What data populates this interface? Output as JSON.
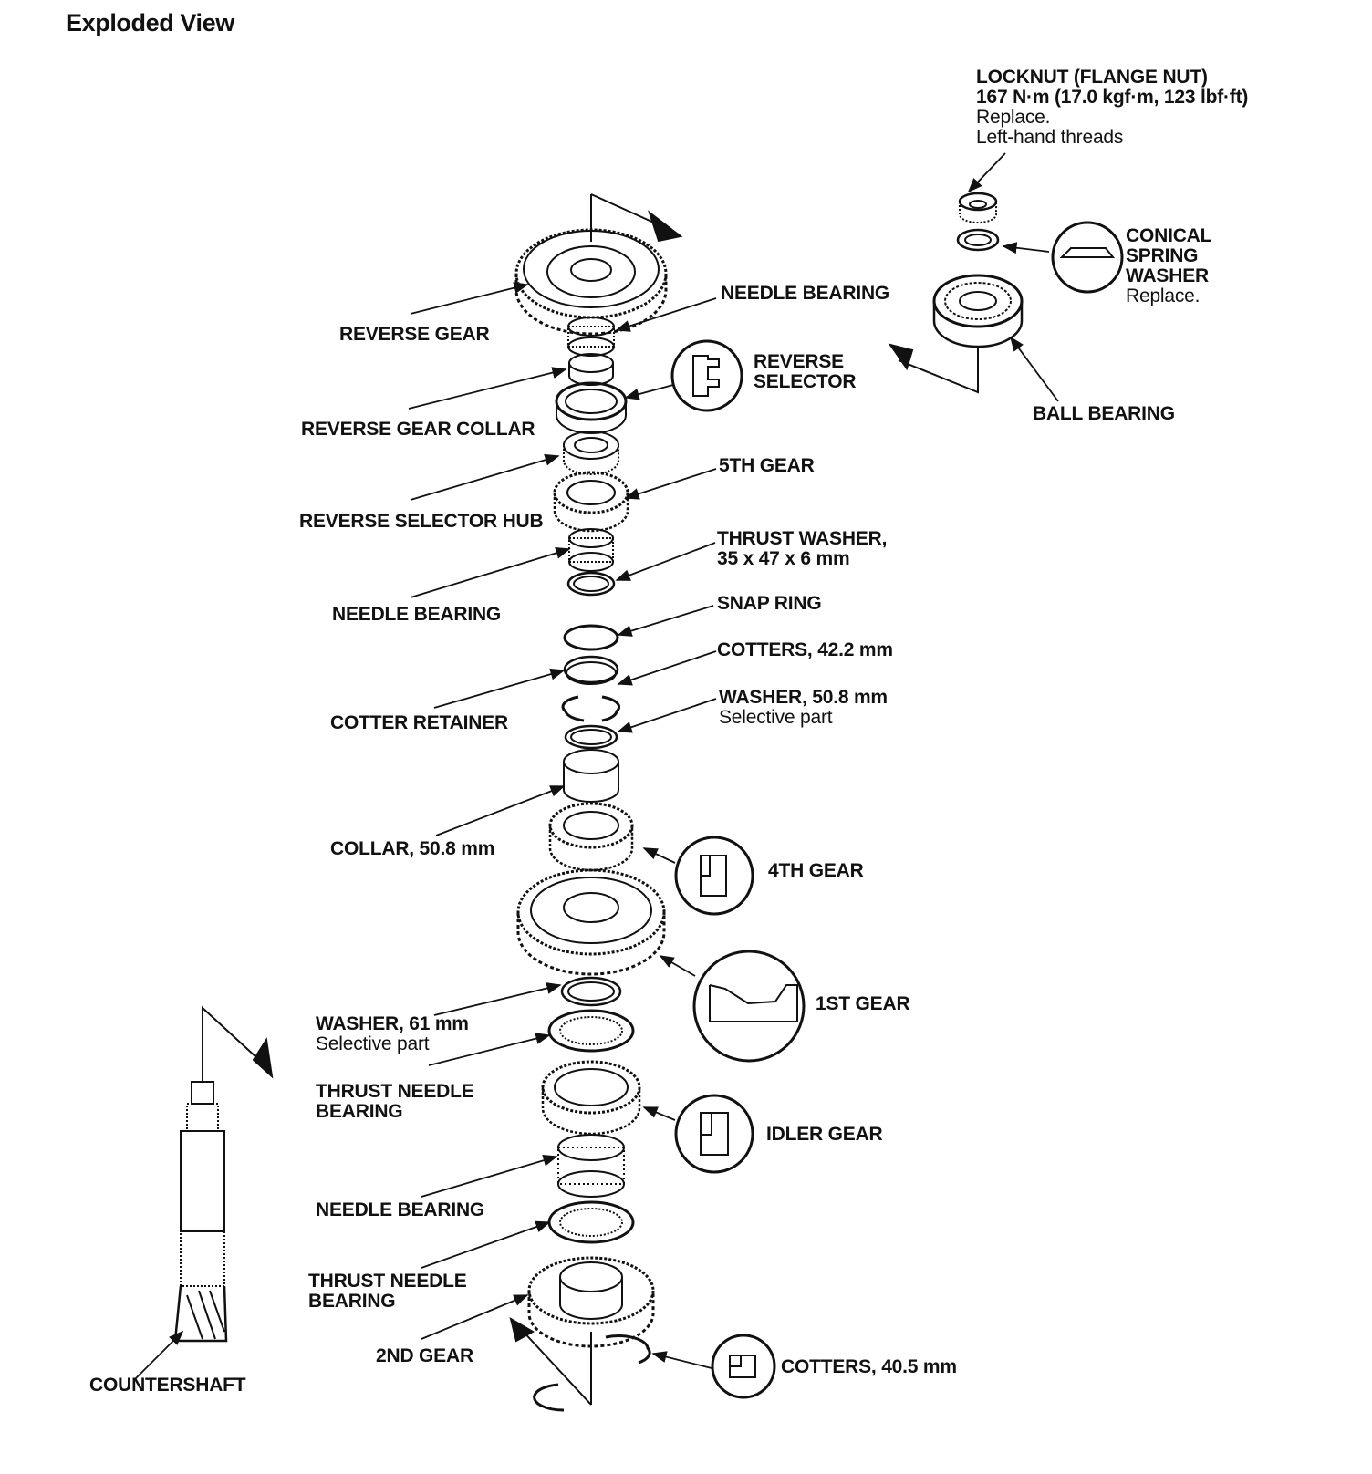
{
  "title": "Exploded View",
  "labels": {
    "locknut": {
      "line1": "LOCKNUT (FLANGE NUT)",
      "line2": "167 N·m (17.0 kgf·m, 123 lbf·ft)",
      "note1": "Replace.",
      "note2": "Left-hand threads"
    },
    "conical_spring_washer": {
      "line1": "CONICAL",
      "line2": "SPRING",
      "line3": "WASHER",
      "note": "Replace."
    },
    "ball_bearing": "BALL BEARING",
    "needle_bearing_top": "NEEDLE BEARING",
    "reverse_gear": "REVERSE GEAR",
    "reverse_selector": {
      "line1": "REVERSE",
      "line2": "SELECTOR"
    },
    "reverse_gear_collar": "REVERSE GEAR COLLAR",
    "fifth_gear": "5TH GEAR",
    "reverse_selector_hub": "REVERSE SELECTOR HUB",
    "thrust_washer": {
      "line1": "THRUST WASHER,",
      "line2": "35 x 47 x 6 mm"
    },
    "needle_bearing_mid": "NEEDLE BEARING",
    "snap_ring": "SNAP RING",
    "cotters_42": "COTTERS, 42.2 mm",
    "cotter_retainer": "COTTER RETAINER",
    "washer_50": {
      "line1": "WASHER, 50.8 mm",
      "note": "Selective part"
    },
    "collar_50": "COLLAR, 50.8 mm",
    "fourth_gear": "4TH GEAR",
    "first_gear": "1ST GEAR",
    "washer_61": {
      "line1": "WASHER, 61 mm",
      "note": "Selective part"
    },
    "thrust_needle_bearing_1": {
      "line1": "THRUST NEEDLE",
      "line2": "BEARING"
    },
    "idler_gear": "IDLER GEAR",
    "needle_bearing_low": "NEEDLE BEARING",
    "thrust_needle_bearing_2": {
      "line1": "THRUST NEEDLE",
      "line2": "BEARING"
    },
    "second_gear": "2ND GEAR",
    "cotters_40": "COTTERS, 40.5 mm",
    "countershaft": "COUNTERSHAFT"
  }
}
